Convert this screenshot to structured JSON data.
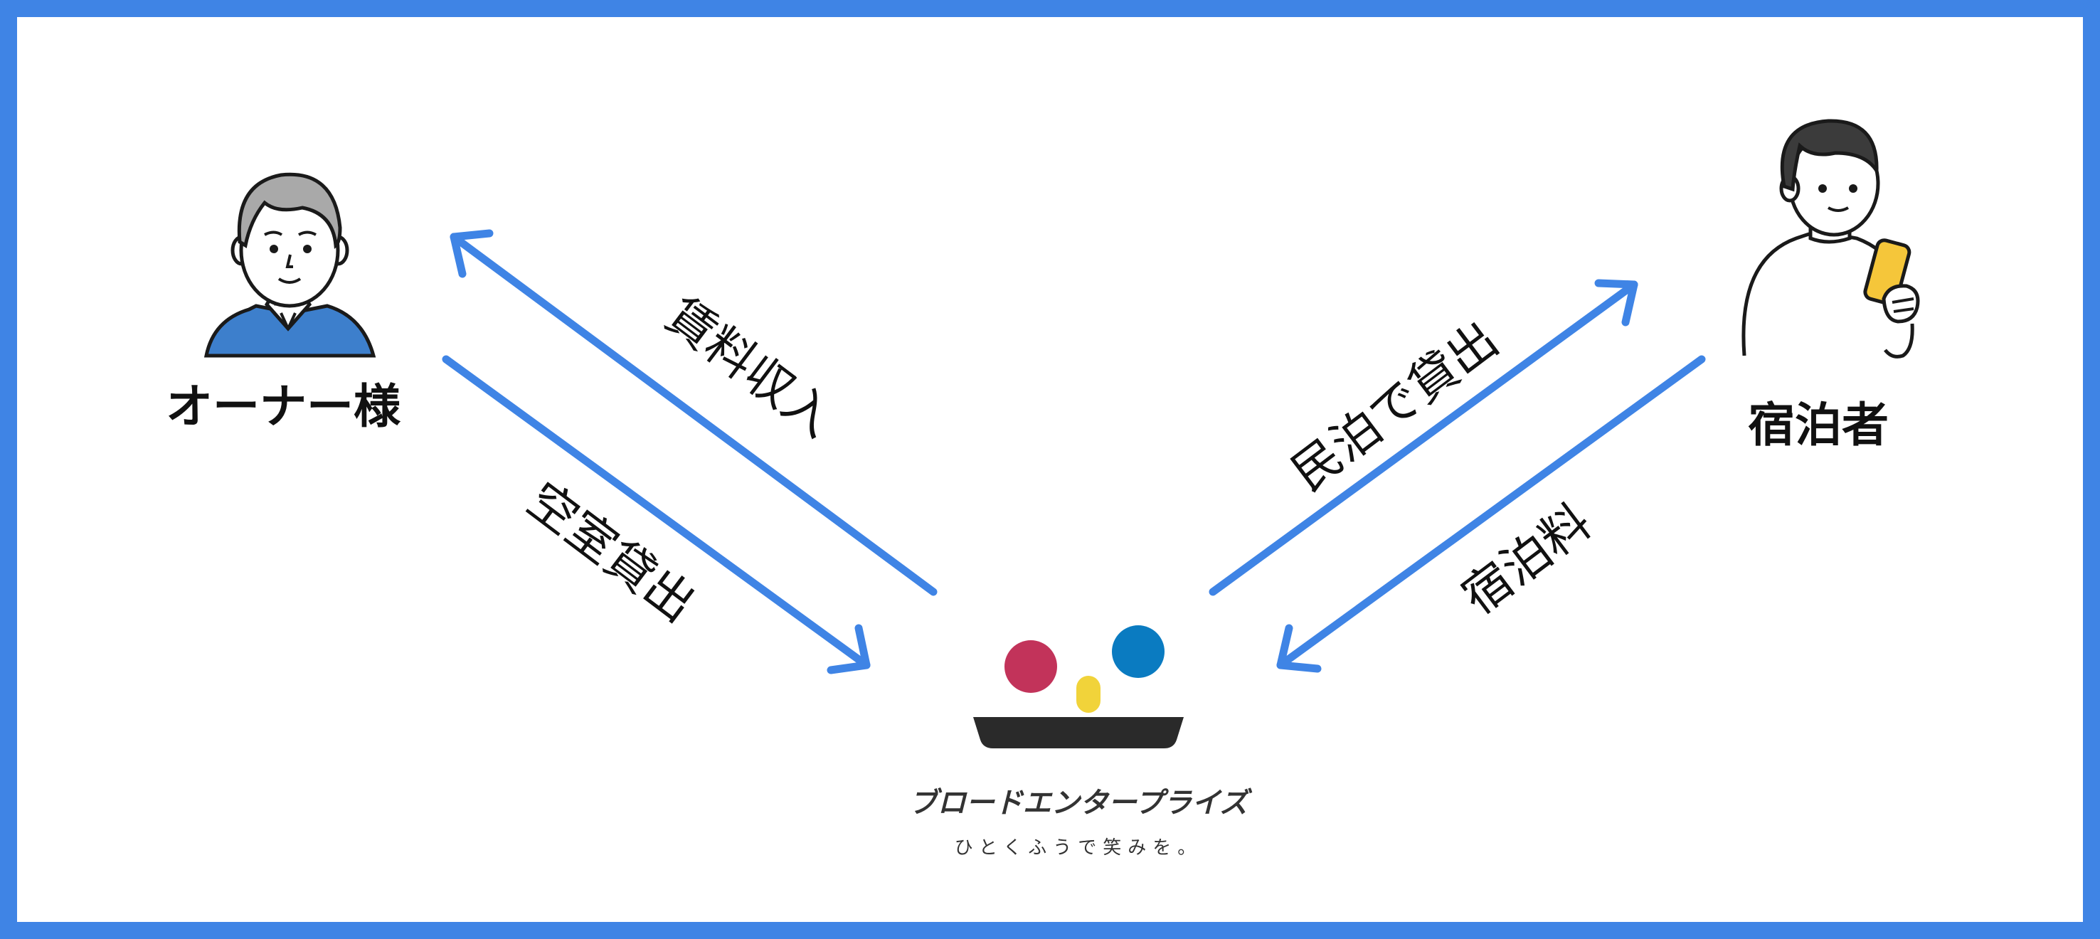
{
  "colors": {
    "frame": "#3f84e5",
    "arrow": "#3f84e5",
    "logo_red": "#c2335a",
    "logo_blue": "#0a7bc1",
    "logo_yellow": "#f1d33a",
    "logo_base": "#2a2a2a"
  },
  "owner": {
    "label": "オーナー様",
    "icon": "elderly-man-avatar"
  },
  "guest": {
    "label": "宿泊者",
    "icon": "man-with-smartphone-avatar"
  },
  "flows": {
    "rent_income": "賃料収入",
    "vacancy_lease": "空室貸出",
    "minpaku_lease": "民泊で貸出",
    "lodging_fee": "宿泊料"
  },
  "company": {
    "name": "ブロードエンタープライズ",
    "tagline": "ひとくふうで笑みを。",
    "icon": "broad-enterprise-logo"
  }
}
